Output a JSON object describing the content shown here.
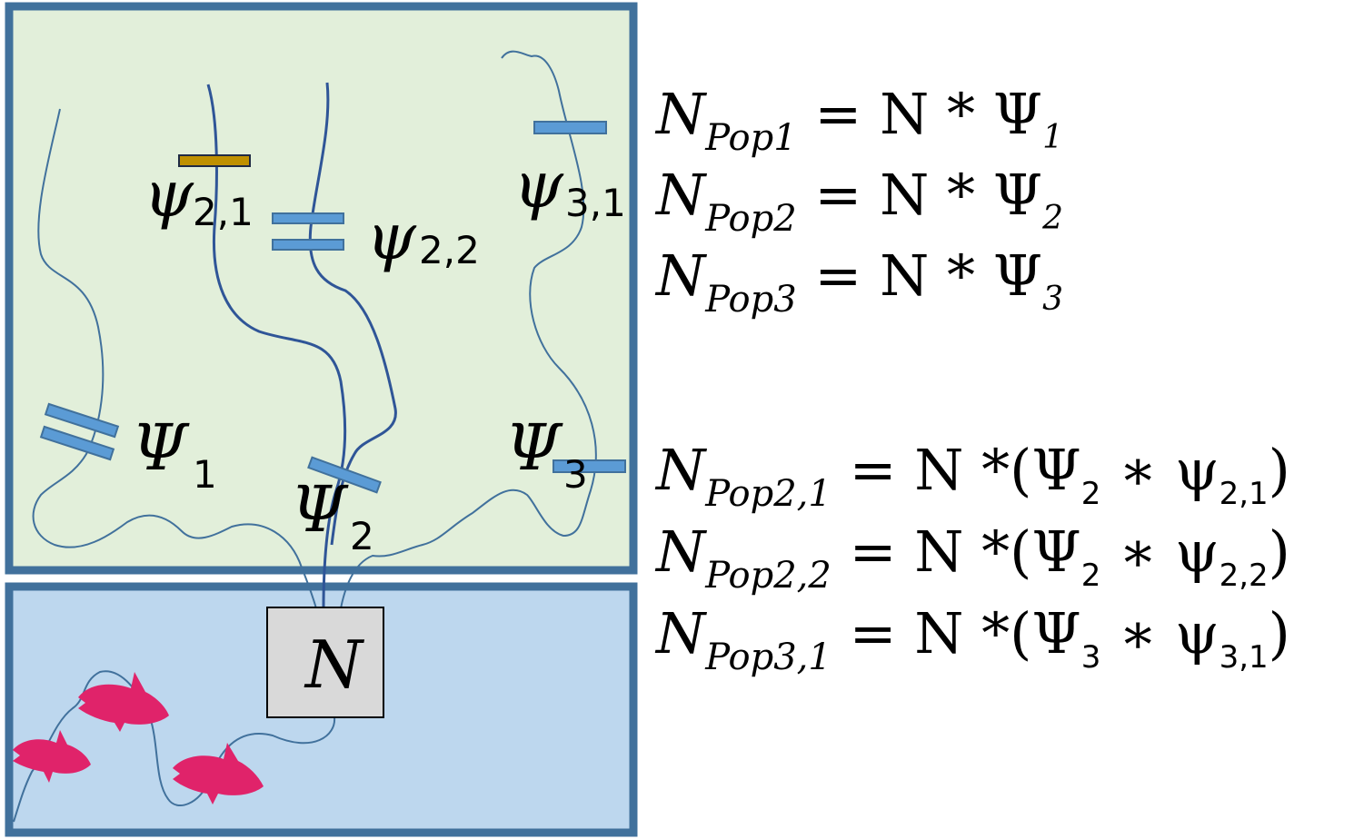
{
  "diagram": {
    "labels": {
      "psi_2_1": {
        "sym": "ψ",
        "sub": "2,1"
      },
      "psi_2_2": {
        "sym": "ψ",
        "sub": "2,2"
      },
      "psi_3_1": {
        "sym": "ψ",
        "sub": "3,1"
      },
      "Psi_1": {
        "sym": "Ψ",
        "sub": "1"
      },
      "Psi_2": {
        "sym": "Ψ",
        "sub": "2"
      },
      "Psi_3": {
        "sym": "Ψ",
        "sub": "3"
      },
      "N_box": "N"
    },
    "colors": {
      "upper_fill": "#e2efda",
      "lower_fill": "#bdd7ee",
      "frame": "#41719c",
      "stream": "#2f5597",
      "barrier": "#5b9bd5",
      "barrier_highlight": "#bf9000",
      "fish": "#e0236a",
      "node_box": "#d9d9d9"
    }
  },
  "equations": [
    {
      "lhs": "N",
      "lhs_sub": "Pop1",
      "rest": "= N * Ψ",
      "idx": "1"
    },
    {
      "lhs": "N",
      "lhs_sub": "Pop2",
      "rest": "= N * Ψ",
      "idx": "2"
    },
    {
      "lhs": "N",
      "lhs_sub": "Pop3",
      "rest": "= N * Ψ",
      "idx": "3"
    },
    {
      "lhs": "N",
      "lhs_sub": "Pop2,1",
      "pre": "= N *(Ψ",
      "idx1": "2",
      "mid": " ∗ ψ",
      "idx2": "2,1",
      "post": ")"
    },
    {
      "lhs": "N",
      "lhs_sub": "Pop2,2",
      "pre": "= N *(Ψ",
      "idx1": "2",
      "mid": " ∗ ψ",
      "idx2": "2,2",
      "post": ")"
    },
    {
      "lhs": "N",
      "lhs_sub": "Pop3,1",
      "pre": "= N *(Ψ",
      "idx1": "3",
      "mid": " ∗ ψ",
      "idx2": "3,1",
      "post": ")"
    }
  ]
}
